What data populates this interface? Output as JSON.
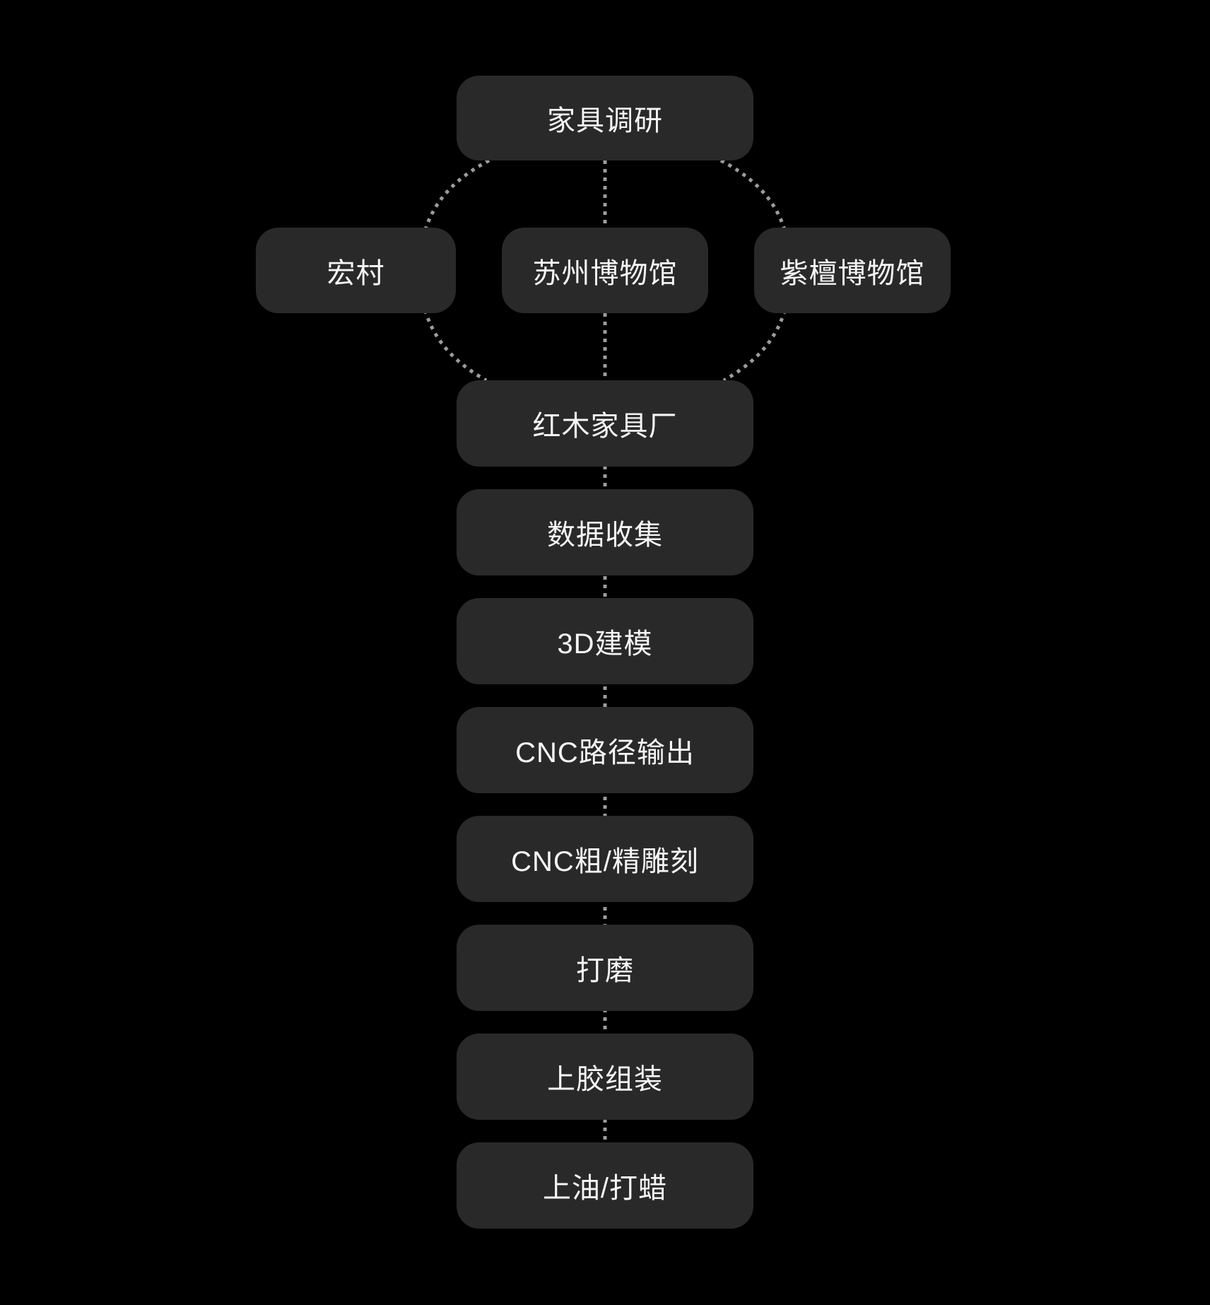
{
  "diagram": {
    "title": "furniture-production-flowchart",
    "colors": {
      "canvas_bg": "#000000",
      "node_bg": "#292929",
      "node_text": "#f5f5f5",
      "connector": "#9c9c9c"
    },
    "connector_style": "dotted",
    "nodes": {
      "research": {
        "label": "家具调研"
      },
      "hongcun": {
        "label": "宏村"
      },
      "suzhou_museum": {
        "label": "苏州博物馆"
      },
      "zitan_museum": {
        "label": "紫檀博物馆"
      },
      "factory": {
        "label": "红木家具厂"
      },
      "data_collection": {
        "label": "数据收集"
      },
      "modeling_3d": {
        "label": "3D建模"
      },
      "cnc_path": {
        "label": "CNC路径输出"
      },
      "cnc_carving": {
        "label": "CNC粗/精雕刻"
      },
      "sanding": {
        "label": "打磨"
      },
      "glue_assembly": {
        "label": "上胶组装"
      },
      "oil_wax": {
        "label": "上油/打蜡"
      }
    },
    "edges": [
      "家具调研 → 宏村",
      "家具调研 → 苏州博物馆",
      "家具调研 → 紫檀博物馆",
      "宏村 → 红木家具厂",
      "苏州博物馆 → 红木家具厂",
      "紫檀博物馆 → 红木家具厂",
      "红木家具厂 → 数据收集",
      "数据收集 → 3D建模",
      "3D建模 → CNC路径输出",
      "CNC路径输出 → CNC粗/精雕刻",
      "CNC粗/精雕刻 → 打磨",
      "打磨 → 上胶组装",
      "上胶组装 → 上油/打蜡"
    ]
  }
}
